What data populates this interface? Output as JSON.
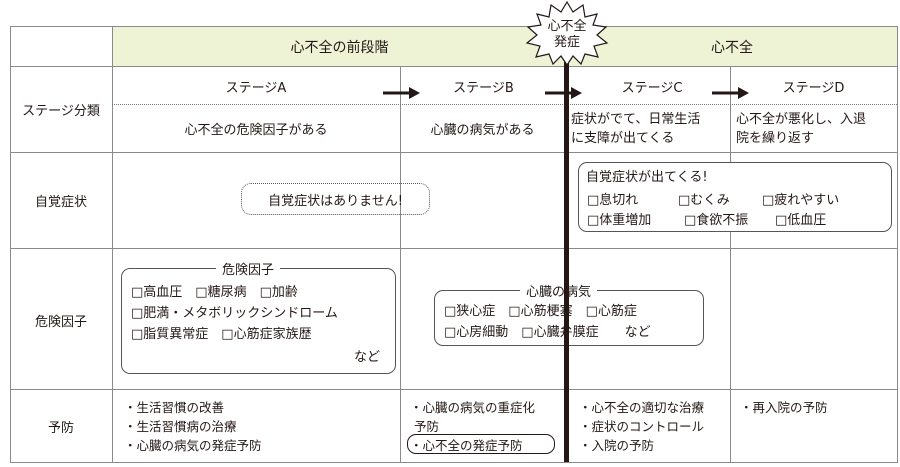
{
  "header": {
    "pre_hf": "心不全の前段階",
    "hf": "心不全",
    "onset_line1": "心不全",
    "onset_line2": "発症"
  },
  "rows": {
    "stage": "ステージ分類",
    "symptoms": "自覚症状",
    "risk": "危険因子",
    "prevention": "予防"
  },
  "stages": [
    {
      "name": "ステージA",
      "desc": "心不全の危険因子がある"
    },
    {
      "name": "ステージB",
      "desc": "心臓の病気がある"
    },
    {
      "name": "ステージC",
      "desc_lines": [
        "症状がでて、日常生活",
        "に支障が出てくる"
      ]
    },
    {
      "name": "ステージD",
      "desc_lines": [
        "心不全が悪化し、入退",
        "院を繰り返す"
      ]
    }
  ],
  "symptoms": {
    "none": "自覚症状はありません!",
    "title": "自覚症状が出てくる!",
    "items": [
      "□息切れ",
      "□むくみ",
      "□疲れやすい",
      "□体重増加",
      "□食欲不振",
      "□低血圧"
    ]
  },
  "risk_factors": {
    "title": "危険因子",
    "lines": [
      "□高血圧　□糖尿病　□加齢",
      "□肥満・メタボリックシンドローム",
      "□脂質異常症　□心筋症家族歴"
    ],
    "etc": "など"
  },
  "heart_disease": {
    "title": "心臓の病気",
    "lines": [
      "□狭心症　□心筋梗塞　□心筋症",
      "□心房細動　□心臓弁膜症　　など"
    ]
  },
  "prevention": {
    "a": [
      "・生活習慣の改善",
      "・生活習慣病の治療",
      "・心臓の病気の発症予防"
    ],
    "b": [
      "・心臓の病気の重症化",
      "予防",
      "・心不全の発症予防"
    ],
    "c": [
      "・心不全の適切な治療",
      "・症状のコントロール",
      "・入院の予防"
    ],
    "d": [
      "・再入院の予防"
    ]
  }
}
